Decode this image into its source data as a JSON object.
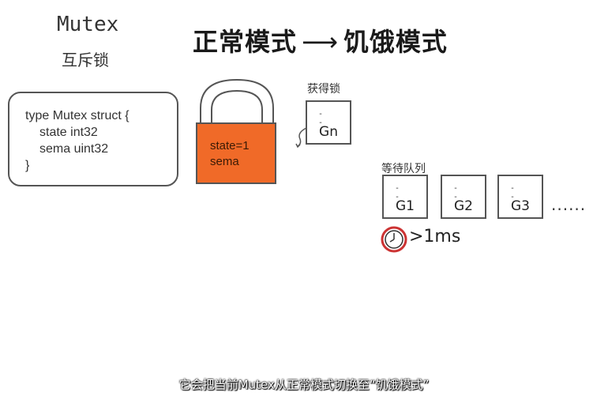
{
  "heading": {
    "mutex": "Mutex",
    "mutex_cn": "互斥锁",
    "normal_mode": "正常模式",
    "arrow": "⟶",
    "starvation_mode": "饥饿模式"
  },
  "code": {
    "line1": "type Mutex struct {",
    "line2": "state int32",
    "line3": "sema  uint32",
    "line4": "}"
  },
  "lock": {
    "line1": "state=1",
    "line2": "sema",
    "color": "#f06a28"
  },
  "acquire": {
    "label": "获得锁",
    "goroutine": "Gn",
    "eyes": "- -"
  },
  "queue": {
    "label": "等待队列",
    "items": [
      "G1",
      "G2",
      "G3"
    ],
    "eyes": "- -",
    "more": "......"
  },
  "timer": {
    "icon": "stopwatch-icon",
    "text": ">1ms"
  },
  "subtitle": "它会把当前Mutex从正常模式切换至“饥饿模式”"
}
